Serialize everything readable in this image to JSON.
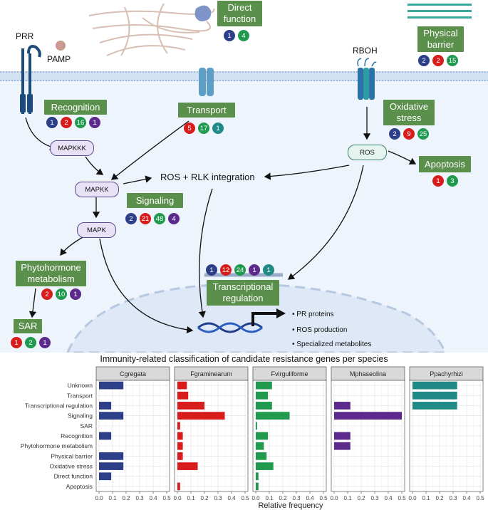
{
  "colors": {
    "Cgregata": "#2e3f8a",
    "Fgraminearum": "#d81b1b",
    "Fvirguliforme": "#1f9a4e",
    "Mphaseolina": "#5b2a8c",
    "Ppachyrhizi": "#1f8a86",
    "box": "#5a8f4c"
  },
  "labels": {
    "prr": "PRR",
    "pamp": "PAMP",
    "rboh": "RBOH",
    "ros_rlk": "ROS + RLK integration",
    "outputs": [
      "• PR proteins",
      "• ROS production",
      "• Specialized metabolites"
    ]
  },
  "nodes": {
    "mapkkk": "MAPKKK",
    "mapkk": "MAPKK",
    "mapk": "MAPK",
    "ros": "ROS"
  },
  "boxes": [
    {
      "id": "recognition",
      "text": "Recognition",
      "badges": [
        [
          "1",
          "Cgregata"
        ],
        [
          "2",
          "Fgraminearum"
        ],
        [
          "16",
          "Fvirguliforme"
        ],
        [
          "1",
          "Mphaseolina"
        ]
      ]
    },
    {
      "id": "transport",
      "text": "Transport",
      "badges": [
        [
          "5",
          "Fgraminearum"
        ],
        [
          "17",
          "Fvirguliforme"
        ],
        [
          "1",
          "Ppachyrhizi"
        ]
      ]
    },
    {
      "id": "direct",
      "text": "Direct\nfunction",
      "badges": [
        [
          "1",
          "Cgregata"
        ],
        [
          "4",
          "Fvirguliforme"
        ]
      ]
    },
    {
      "id": "physical",
      "text": "Physical\nbarrier",
      "badges": [
        [
          "2",
          "Cgregata"
        ],
        [
          "2",
          "Fgraminearum"
        ],
        [
          "15",
          "Fvirguliforme"
        ]
      ]
    },
    {
      "id": "oxidative",
      "text": "Oxidative\nstress",
      "badges": [
        [
          "2",
          "Cgregata"
        ],
        [
          "9",
          "Fgraminearum"
        ],
        [
          "25",
          "Fvirguliforme"
        ]
      ]
    },
    {
      "id": "apoptosis",
      "text": "Apoptosis",
      "badges": [
        [
          "1",
          "Fgraminearum"
        ],
        [
          "3",
          "Fvirguliforme"
        ]
      ]
    },
    {
      "id": "signaling",
      "text": "Signaling",
      "badges": [
        [
          "2",
          "Cgregata"
        ],
        [
          "21",
          "Fgraminearum"
        ],
        [
          "48",
          "Fvirguliforme"
        ],
        [
          "4",
          "Mphaseolina"
        ]
      ]
    },
    {
      "id": "phyto",
      "text": "Phytohormone\nmetabolism",
      "badges": [
        [
          "2",
          "Fgraminearum"
        ],
        [
          "10",
          "Fvirguliforme"
        ],
        [
          "1",
          "Mphaseolina"
        ]
      ]
    },
    {
      "id": "sar",
      "text": "SAR",
      "badges": [
        [
          "1",
          "Fgraminearum"
        ],
        [
          "2",
          "Fvirguliforme"
        ],
        [
          "1",
          "Mphaseolina"
        ]
      ]
    },
    {
      "id": "transcr",
      "text": "Transcriptional\nregulation",
      "badges": [
        [
          "1",
          "Cgregata"
        ],
        [
          "12",
          "Fgraminearum"
        ],
        [
          "24",
          "Fvirguliforme"
        ],
        [
          "1",
          "Mphaseolina"
        ],
        [
          "1",
          "Ppachyrhizi"
        ]
      ]
    }
  ],
  "chart_data": {
    "type": "bar",
    "orientation": "horizontal",
    "title": "Immunity-related classification of candidate resistance genes per species",
    "xlabel": "Relative frequency",
    "ylabel": "",
    "xlim": [
      0,
      0.5
    ],
    "xticks": [
      "0.0",
      "0.1",
      "0.2",
      "0.3",
      "0.4",
      "0.5"
    ],
    "grid": true,
    "categories": [
      "Unknown",
      "Transport",
      "Transcriptional regulation",
      "Signaling",
      "SAR",
      "Recognition",
      "Phytohormone metabolism",
      "Physical barrier",
      "Oxidative stress",
      "Direct function",
      "Apoptosis"
    ],
    "series": [
      {
        "name": "Cgregata",
        "values": [
          0.18,
          0,
          0.09,
          0.18,
          0,
          0.09,
          0,
          0.18,
          0.18,
          0.09,
          0
        ]
      },
      {
        "name": "Fgraminearum",
        "values": [
          0.07,
          0.08,
          0.2,
          0.35,
          0.02,
          0.04,
          0.04,
          0.04,
          0.15,
          0,
          0.02
        ]
      },
      {
        "name": "Fvirguliforme",
        "values": [
          0.12,
          0.09,
          0.12,
          0.25,
          0.01,
          0.09,
          0.06,
          0.08,
          0.13,
          0.02,
          0.02
        ]
      },
      {
        "name": "Mphaseolina",
        "values": [
          0,
          0,
          0.12,
          0.5,
          0,
          0.12,
          0.12,
          0,
          0,
          0,
          0
        ]
      },
      {
        "name": "Ppachyrhizi",
        "values": [
          0.33,
          0.33,
          0.33,
          0,
          0,
          0,
          0,
          0,
          0,
          0,
          0
        ]
      }
    ]
  }
}
